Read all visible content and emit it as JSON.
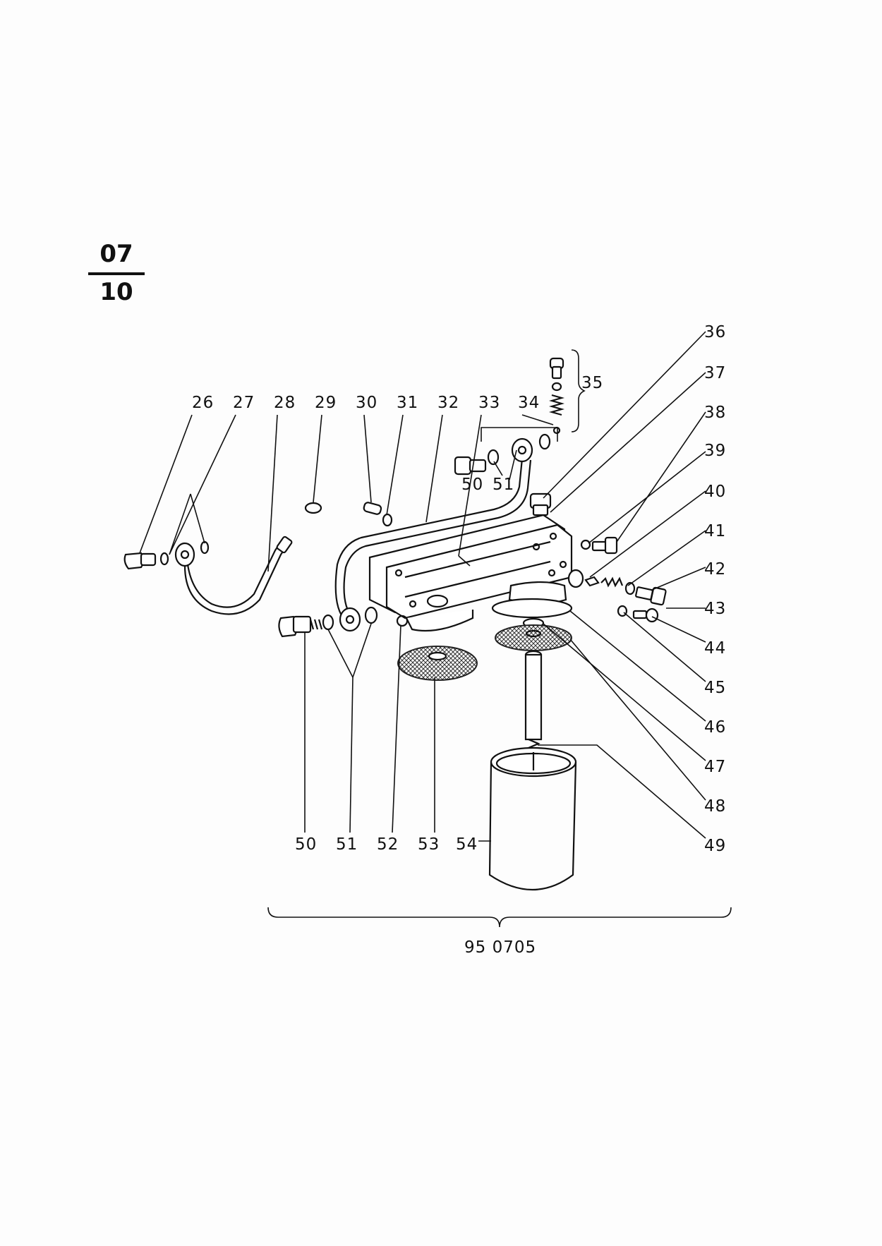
{
  "section": {
    "top": "07",
    "bottom": "10"
  },
  "labels": {
    "26": "26",
    "27": "27",
    "28": "28",
    "29": "29",
    "30": "30",
    "31": "31",
    "32": "32",
    "33": "33",
    "34": "34",
    "35": "35",
    "36": "36",
    "37": "37",
    "38": "38",
    "39": "39",
    "40": "40",
    "41": "41",
    "42": "42",
    "43": "43",
    "44": "44",
    "45": "45",
    "46": "46",
    "47": "47",
    "48": "48",
    "49": "49",
    "50": "50",
    "51": "51",
    "52": "52",
    "53": "53",
    "54": "54"
  },
  "inset_labels": {
    "a": "50",
    "b": "51"
  },
  "assembly_number": "95 0705"
}
